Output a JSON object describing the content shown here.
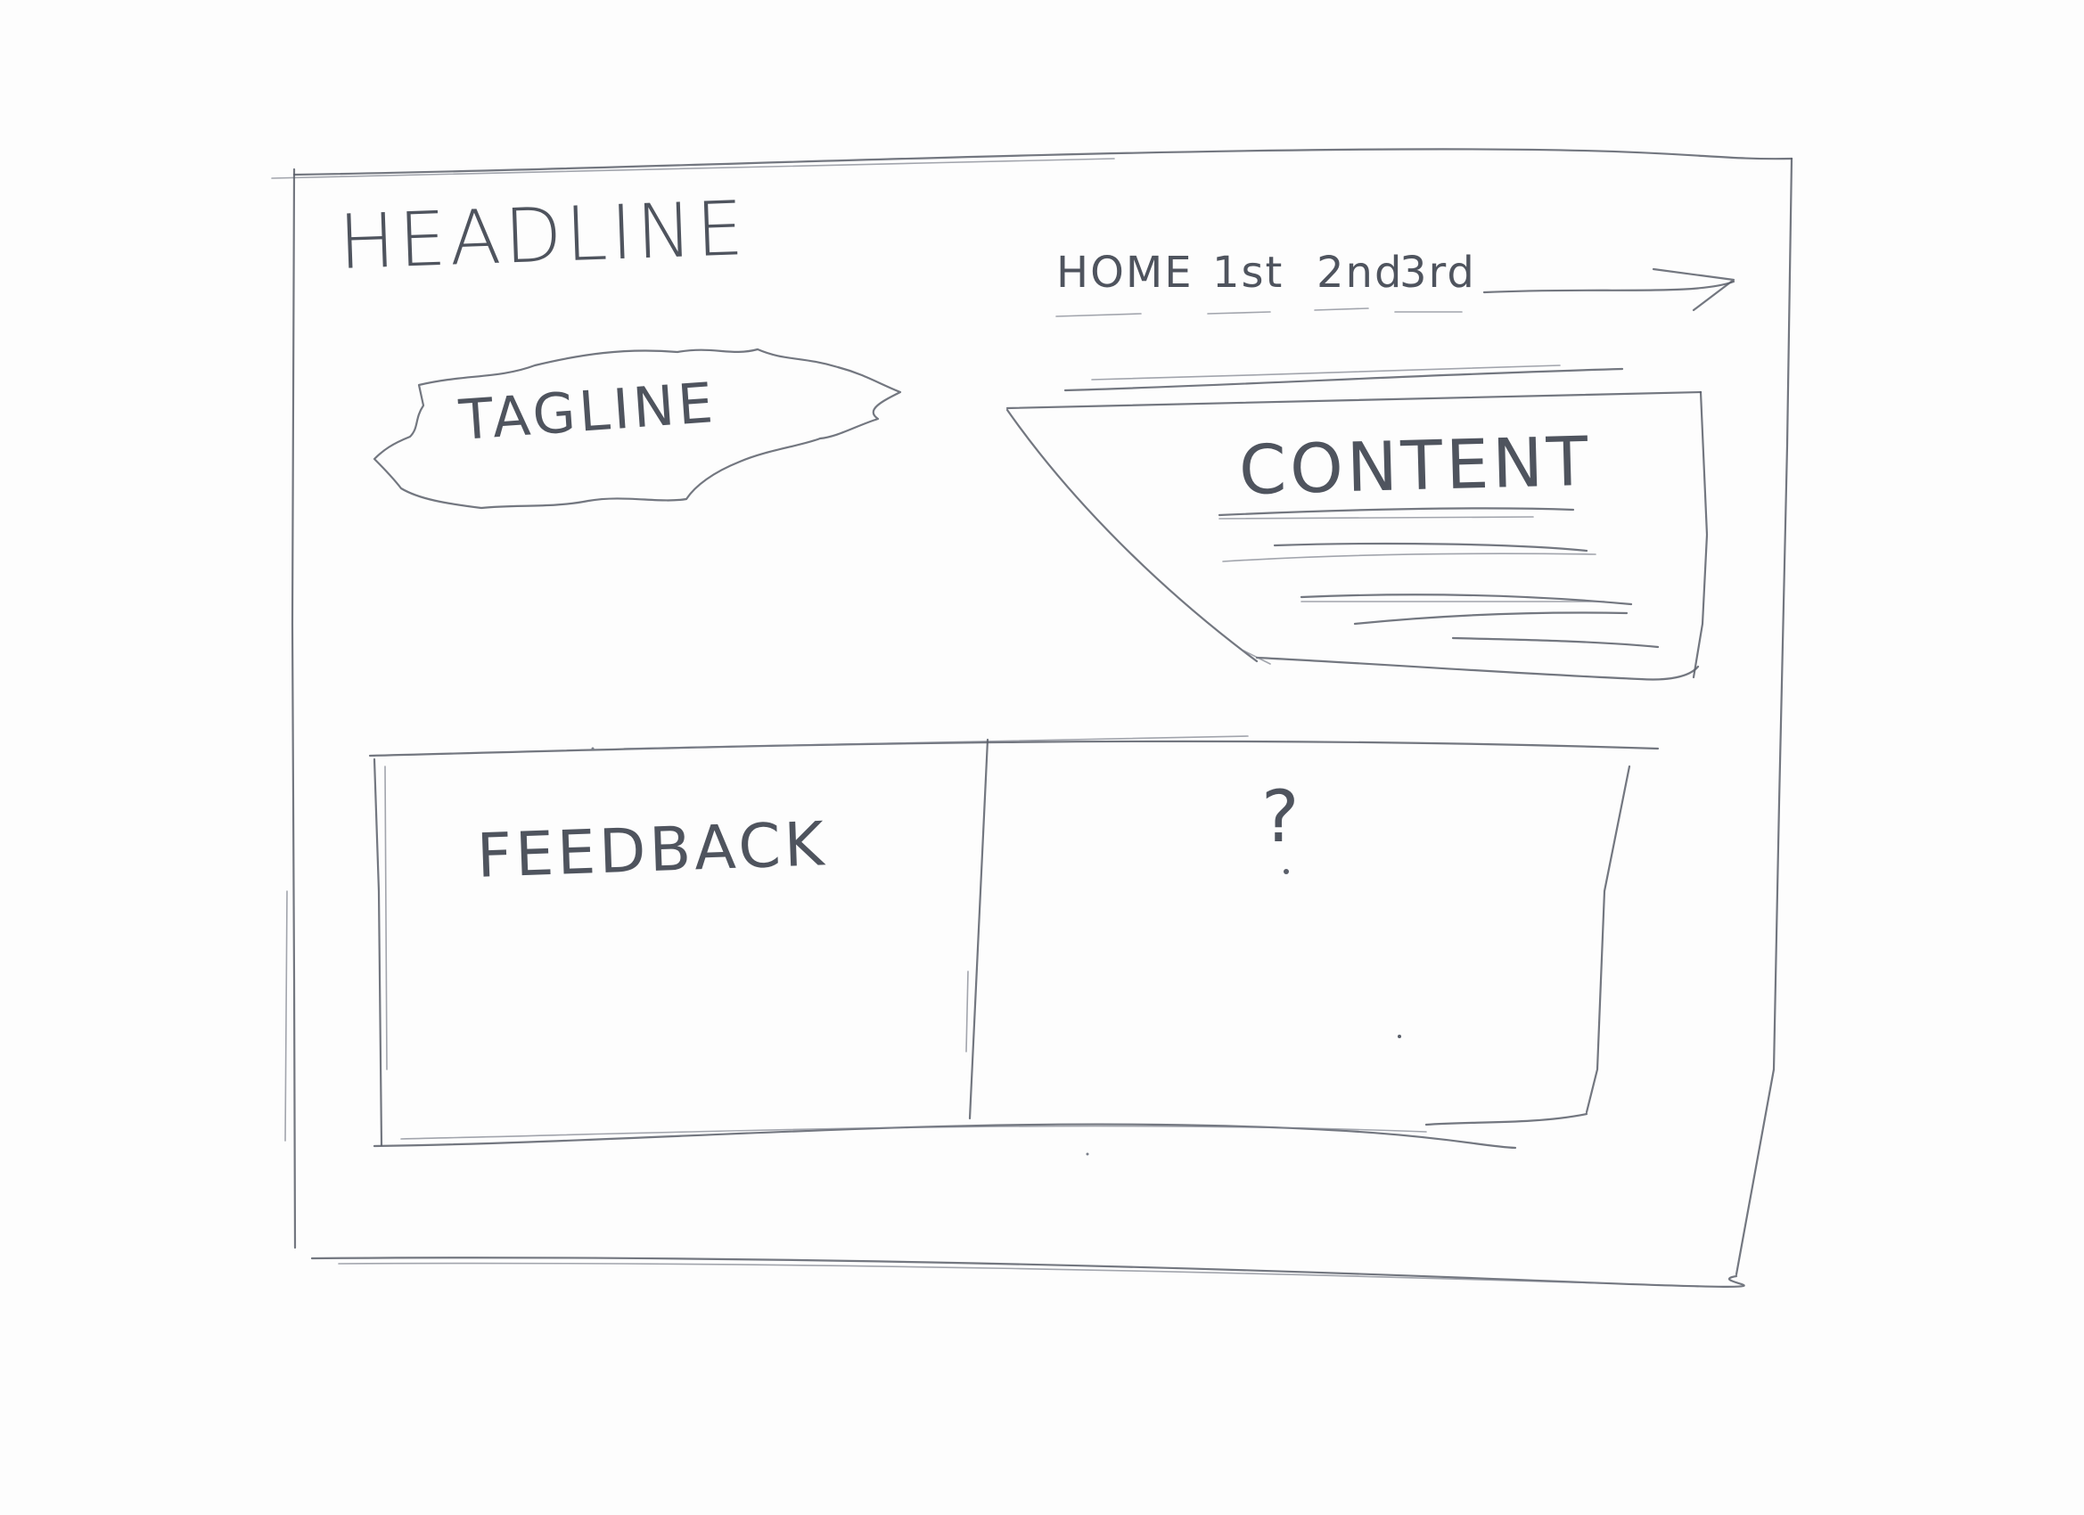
{
  "sketch": {
    "headline": "HEADLINE",
    "tagline": "TAGLINE",
    "nav": {
      "items": [
        "HOME",
        "1st",
        "2nd",
        "3rd"
      ]
    },
    "content_block": {
      "title": "CONTENT"
    },
    "feedback_block": {
      "title": "FEEDBACK"
    },
    "unknown_block": {
      "title": "?"
    }
  }
}
